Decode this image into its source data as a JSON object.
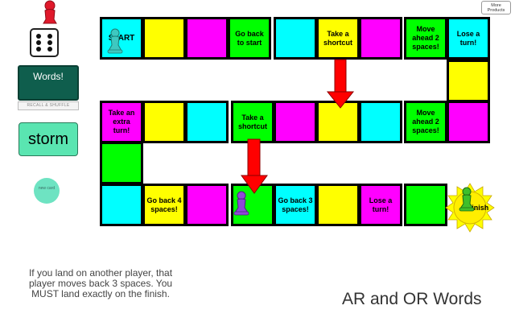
{
  "header": {
    "more_products": "More Products"
  },
  "sidebar": {
    "words_button": "Words!",
    "recall_button": "RECALL & SHUFFLE",
    "word_card": "storm",
    "new_card_button": "new card"
  },
  "board": {
    "tiles": [
      {
        "label": "START",
        "color": "#00ffff"
      },
      {
        "label": "",
        "color": "#ffff00"
      },
      {
        "label": "",
        "color": "#ff00ff"
      },
      {
        "label": "Go back to start",
        "color": "#00ff00"
      },
      {
        "label": "",
        "color": "#00ffff"
      },
      {
        "label": "Take a shortcut",
        "color": "#ffff00"
      },
      {
        "label": "",
        "color": "#ff00ff"
      },
      {
        "label": "Move ahead 2 spaces!",
        "color": "#00ff00"
      },
      {
        "label": "Lose a turn!",
        "color": "#00ffff"
      },
      {
        "label": "",
        "color": "#ffff00"
      },
      {
        "label": "",
        "color": "#ff00ff"
      },
      {
        "label": "Move ahead 2 spaces!",
        "color": "#00ff00"
      },
      {
        "label": "",
        "color": "#00ffff"
      },
      {
        "label": "",
        "color": "#ffff00"
      },
      {
        "label": "",
        "color": "#ff00ff"
      },
      {
        "label": "Take a shortcut",
        "color": "#00ff00"
      },
      {
        "label": "",
        "color": "#00ffff"
      },
      {
        "label": "",
        "color": "#ffff00"
      },
      {
        "label": "Take an extra turn!",
        "color": "#ff00ff"
      },
      {
        "label": "",
        "color": "#00ff00"
      },
      {
        "label": "",
        "color": "#00ffff"
      },
      {
        "label": "Go back 4 spaces!",
        "color": "#ffff00"
      },
      {
        "label": "",
        "color": "#ff00ff"
      },
      {
        "label": "",
        "color": "#00ff00"
      },
      {
        "label": "Go back 3 spaces!",
        "color": "#00ffff"
      },
      {
        "label": "",
        "color": "#ffff00"
      },
      {
        "label": "Lose a turn!",
        "color": "#ff00ff"
      },
      {
        "label": "",
        "color": "#00ff00"
      }
    ],
    "finish_label": "Finish",
    "finish_color": "#ffff00",
    "arrow_color": "#ff0000"
  },
  "pawns": {
    "red": "#e0192b",
    "cyan": "#3ec8c0",
    "purple": "#8e4ad6",
    "green": "#3fbf2a"
  },
  "rules_text": "If you land on another player, that player moves back 3 spaces.  You MUST land exactly on the finish.",
  "page_title": "AR and OR Words"
}
